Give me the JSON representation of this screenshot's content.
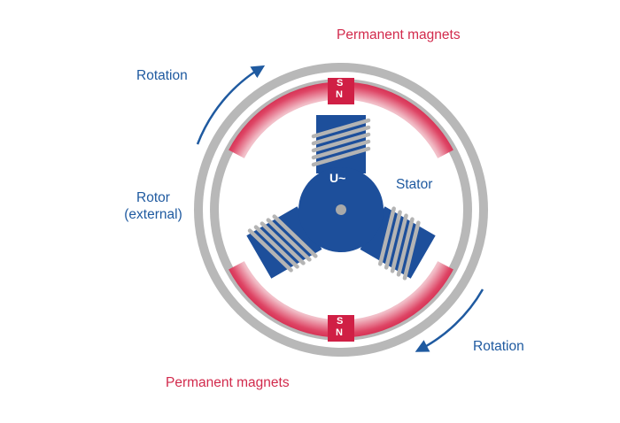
{
  "labels": {
    "magnets_top": "Permanent magnets",
    "magnets_bottom": "Permanent magnets",
    "rotation_top": "Rotation",
    "rotation_bottom": "Rotation",
    "rotor_line1": "Rotor",
    "rotor_line2": "(external)",
    "stator": "Stator",
    "voltage": "U~",
    "pole_s_top": "S",
    "pole_n_top": "N",
    "pole_s_bottom": "S",
    "pole_n_bottom": "N"
  },
  "colors": {
    "blue": "#1f5aa0",
    "dark_blue": "#1d4f9b",
    "red": "#d22a4c",
    "ring_grey": "#b8b8b8",
    "coil_grey": "#b4b4b4",
    "hub_dot": "#a9a9a9"
  }
}
